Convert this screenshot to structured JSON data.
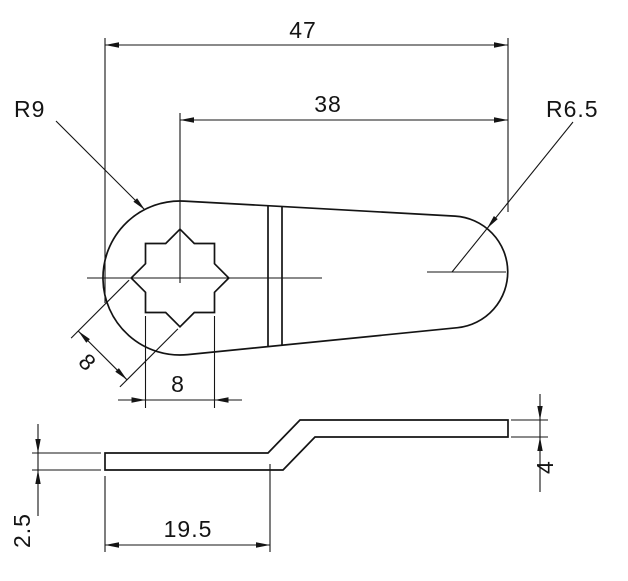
{
  "drawing": {
    "colors": {
      "background": "#ffffff",
      "line": "#141414"
    },
    "top_view": {
      "dim_overall_length": "47",
      "dim_center_to_end": "38",
      "label_left_radius": "R9",
      "label_right_radius": "R6.5",
      "dim_hole_across_flats_diagonal": "8",
      "dim_hole_across_flats": "8"
    },
    "side_view": {
      "dim_thickness": "2.5",
      "dim_flat_length": "19.5",
      "dim_offset_height": "4"
    }
  }
}
